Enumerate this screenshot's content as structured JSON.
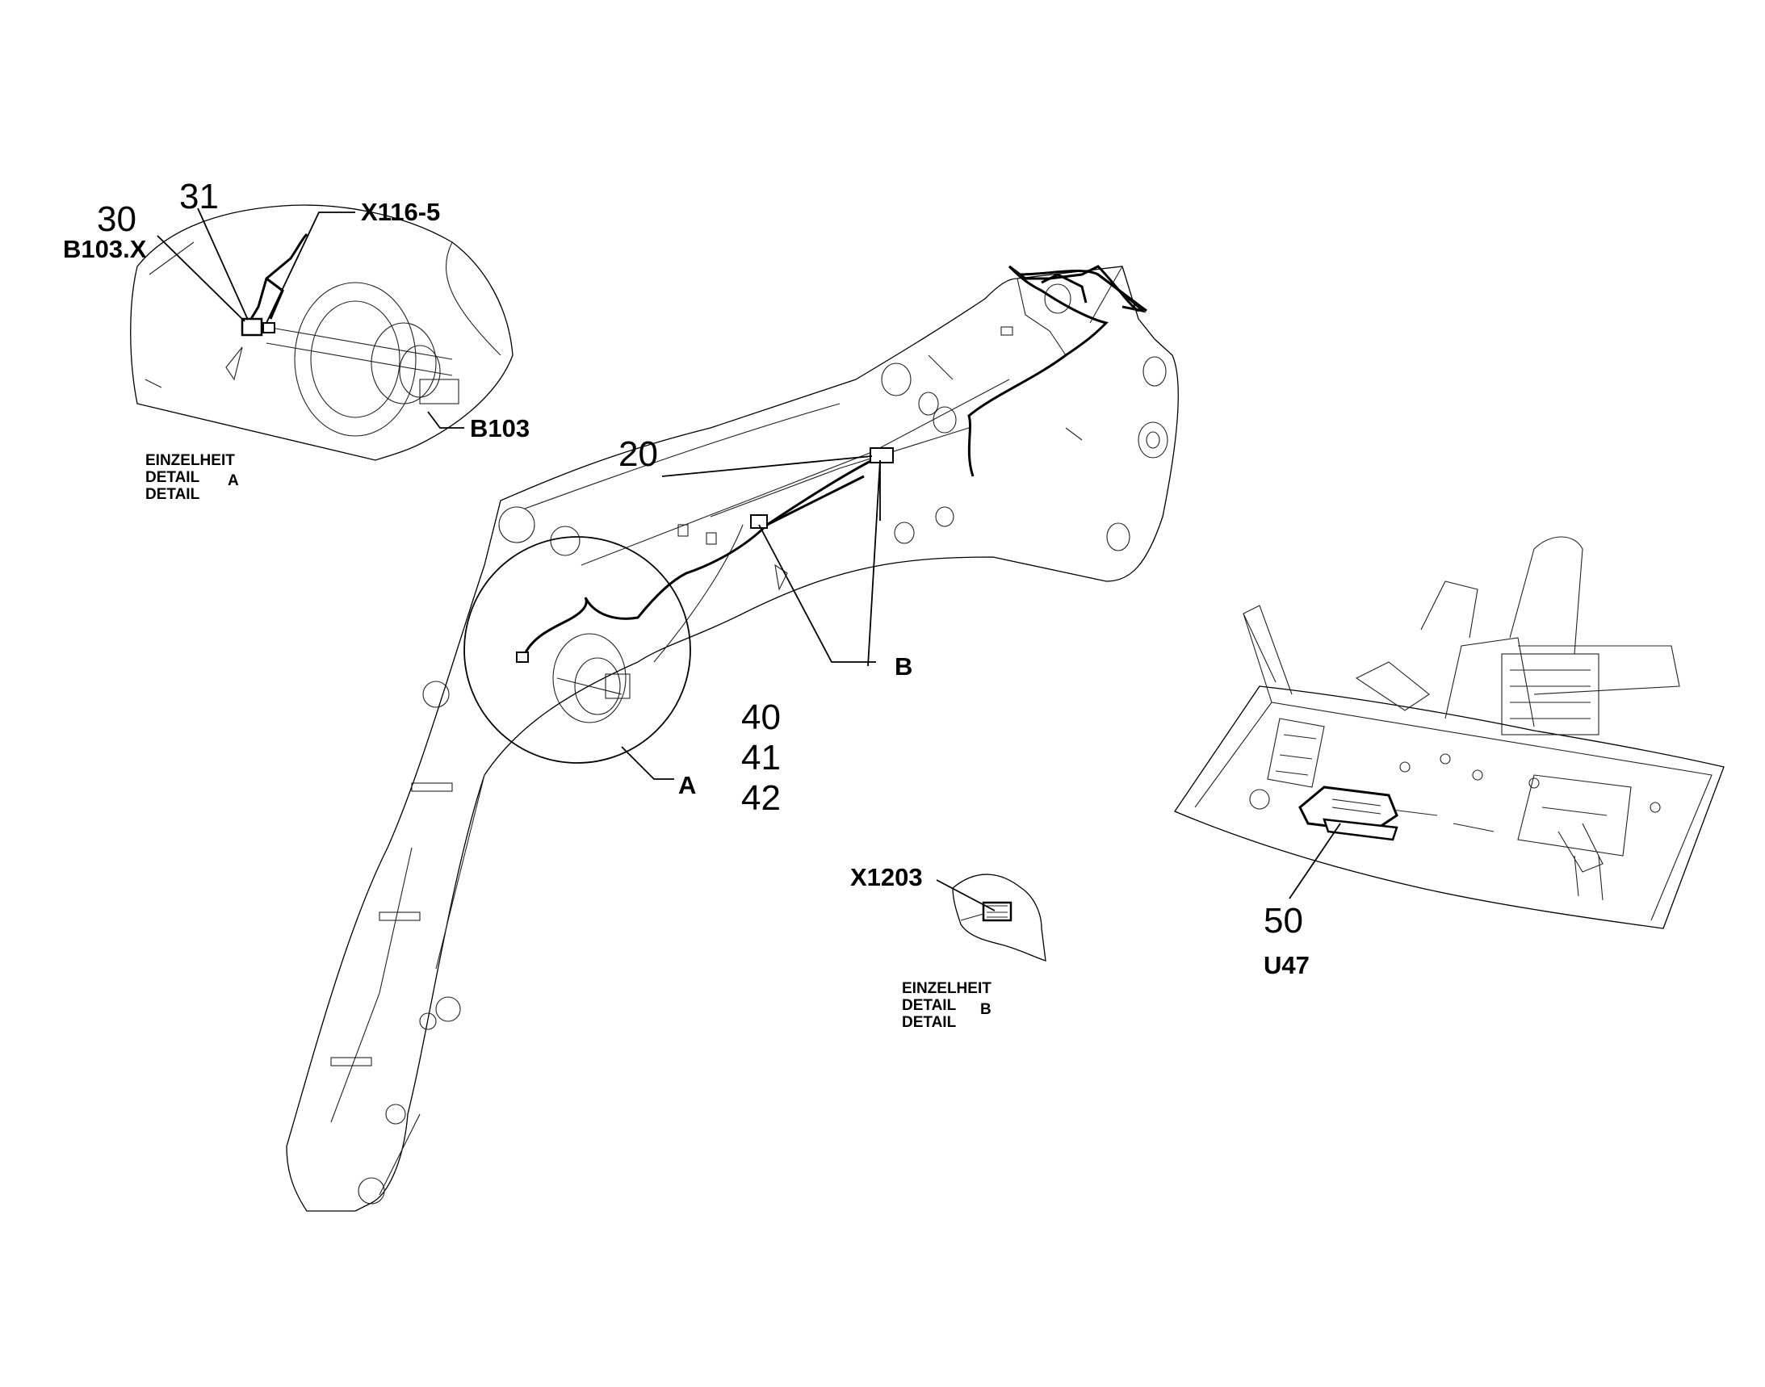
{
  "callouts": {
    "c20": "20",
    "c30": "30",
    "c31": "31",
    "c40": "40",
    "c41": "41",
    "c42": "42",
    "c50": "50"
  },
  "codes": {
    "b103x": "B103.X",
    "x116_5": "X116-5",
    "b103": "B103",
    "x1203": "X1203",
    "u47": "U47",
    "detail_a": "A",
    "detail_b": "B"
  },
  "captions": {
    "detail_a": {
      "line1": "EINZELHEIT",
      "line2": "DETAIL",
      "line3": "DETAIL",
      "letter": "A"
    },
    "detail_b": {
      "line1": "EINZELHEIT",
      "line2": "DETAIL",
      "line3": "DETAIL",
      "letter": "B"
    }
  },
  "colors": {
    "line": "#000000",
    "background": "#ffffff"
  }
}
